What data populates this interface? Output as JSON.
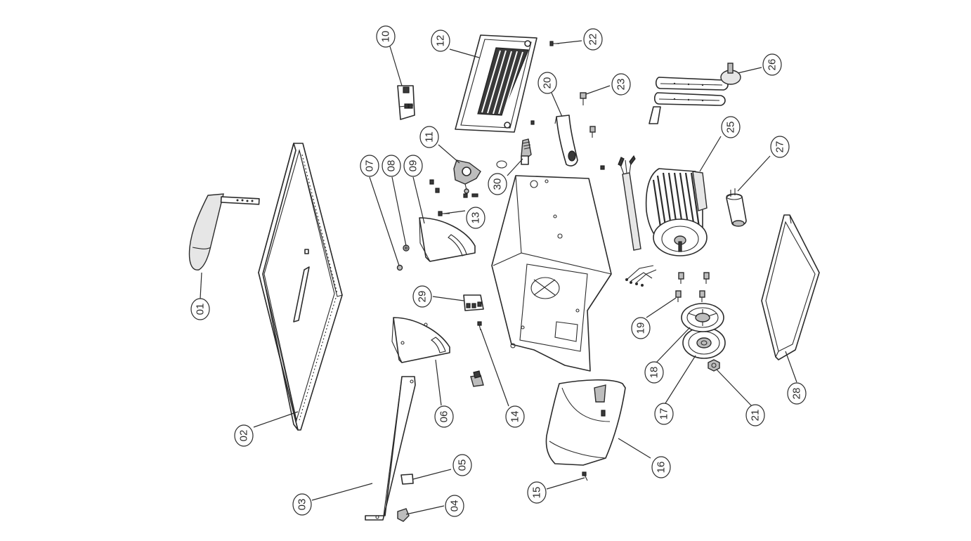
{
  "callouts": [
    {
      "id": "01",
      "label": "01"
    },
    {
      "id": "02",
      "label": "02"
    },
    {
      "id": "03",
      "label": "03"
    },
    {
      "id": "04",
      "label": "04"
    },
    {
      "id": "05",
      "label": "05"
    },
    {
      "id": "06",
      "label": "06"
    },
    {
      "id": "07",
      "label": "07"
    },
    {
      "id": "08",
      "label": "08"
    },
    {
      "id": "09",
      "label": "09"
    },
    {
      "id": "10",
      "label": "10"
    },
    {
      "id": "11",
      "label": "11"
    },
    {
      "id": "12",
      "label": "12"
    },
    {
      "id": "13",
      "label": "13"
    },
    {
      "id": "14",
      "label": "14"
    },
    {
      "id": "15",
      "label": "15"
    },
    {
      "id": "16",
      "label": "16"
    },
    {
      "id": "17",
      "label": "17"
    },
    {
      "id": "18",
      "label": "18"
    },
    {
      "id": "19",
      "label": "19"
    },
    {
      "id": "20",
      "label": "20"
    },
    {
      "id": "21",
      "label": "21"
    },
    {
      "id": "22",
      "label": "22"
    },
    {
      "id": "23",
      "label": "23"
    },
    {
      "id": "25",
      "label": "25"
    },
    {
      "id": "26",
      "label": "26"
    },
    {
      "id": "27",
      "label": "27"
    },
    {
      "id": "28",
      "label": "28"
    },
    {
      "id": "29",
      "label": "29"
    },
    {
      "id": "30",
      "label": "30"
    }
  ],
  "colors": {
    "line": "#2b2b2b",
    "background": "#ffffff",
    "dark_part": "#3a3a3a"
  }
}
